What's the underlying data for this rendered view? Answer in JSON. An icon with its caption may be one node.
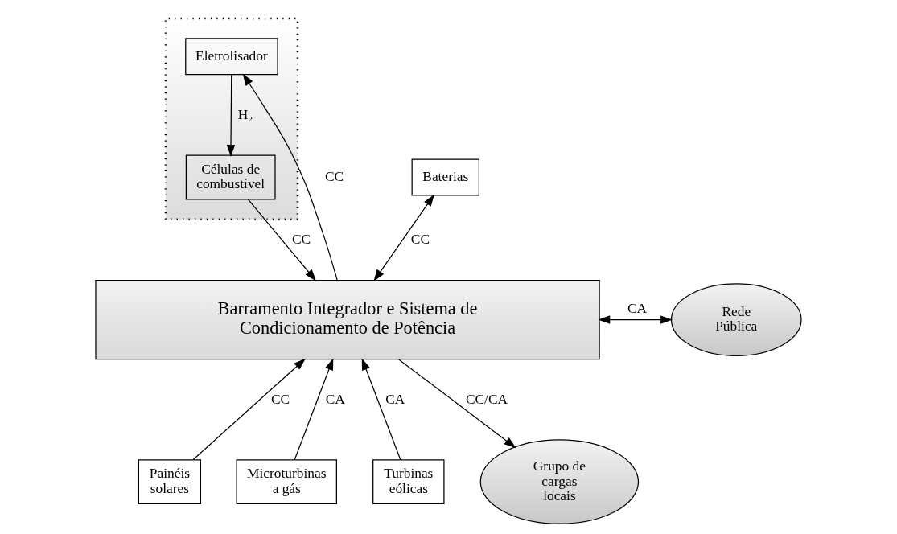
{
  "diagram": {
    "nodes": [
      {
        "text": [],
        "shape": "box"
      },
      {
        "text": [
          "Baterias"
        ]
      },
      {
        "text": [
          "Eletrolisador"
        ],
        "in": 0
      },
      {
        "text": [
          "Células de combustível"
        ],
        "in": 0
      },
      {
        "text": [
          "Barramento Integrador e Sistema de Condicionamento de Potência"
        ]
      },
      {
        "text": [
          "Rede Pública"
        ]
      },
      {
        "text": [
          "Painéis solares"
        ]
      },
      {
        "text": [
          "Microturbinas a gás"
        ]
      },
      {
        "text": [
          "Turbinas eólicas"
        ]
      },
      {
        "text": [
          "Grupo de cargas locais"
        ]
      }
    ],
    "edges": [
      {
        "from": 2,
        "to": 3,
        "arrow": "to",
        "label": "H₂"
      },
      {
        "from": 1,
        "to": 4,
        "arrow": "both",
        "label": "CC"
      },
      {
        "from": 4,
        "to": 2,
        "arrow": "to",
        "label": "CC"
      },
      {
        "from": 3,
        "to": 4,
        "arrow": "to",
        "label": "CC"
      },
      {
        "from": 4,
        "to": 5,
        "arrow": "both",
        "label": "CA"
      },
      {
        "from": 4,
        "to": 9,
        "arrow": "to",
        "label": "CC/CA"
      },
      {
        "from": 6,
        "to": 4,
        "arrow": "to",
        "label": "CC"
      },
      {
        "from": 7,
        "to": 4,
        "arrow": "to",
        "label": "CA"
      },
      {
        "from": 8,
        "to": 4,
        "arrow": "to",
        "label": "CA"
      }
    ]
  }
}
